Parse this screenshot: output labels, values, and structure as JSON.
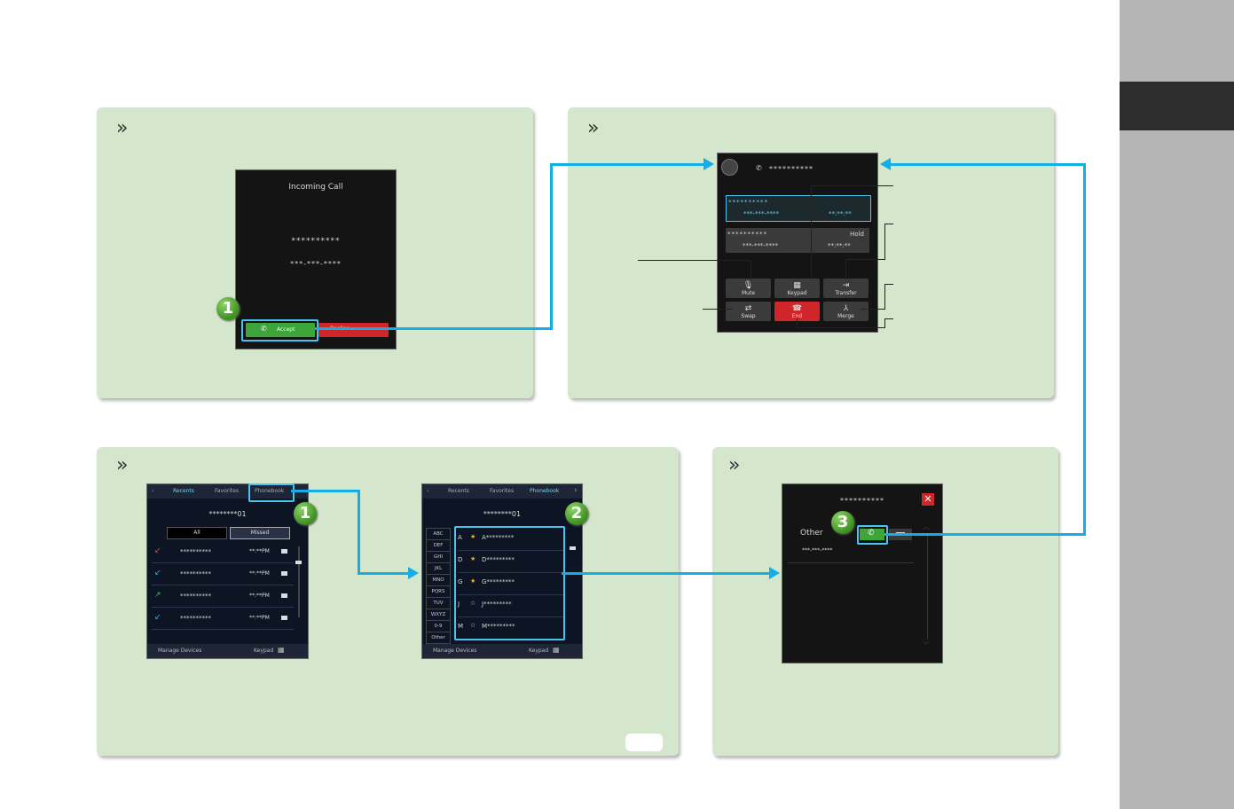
{
  "incoming": {
    "title": "Incoming Call",
    "caller": "**********",
    "number": "***-***-****",
    "accept": "Accept",
    "decline": "Decline",
    "step": "1"
  },
  "call": {
    "top_name": "**********",
    "line1_name": "**********",
    "line1_number": "***-***-****",
    "line1_time": "**:**:**",
    "line2_name": "**********",
    "line2_status": "Hold",
    "line2_number": "***-***-****",
    "line2_time": "**:**:**",
    "buttons": {
      "mute": "Mute",
      "keypad": "Keypad",
      "transfer": "Transfer",
      "swap": "Swap",
      "end": "End",
      "merge": "Merge"
    }
  },
  "recents": {
    "tabs": [
      "Recents",
      "Favorites",
      "Phonebook"
    ],
    "device": "********01",
    "filter_all": "All",
    "filter_missed": "Missed",
    "rows": [
      {
        "name": "**********",
        "time": "**:**PM"
      },
      {
        "name": "**********",
        "time": "**:**PM"
      },
      {
        "name": "**********",
        "time": "**:**PM"
      },
      {
        "name": "**********",
        "time": "**:**PM"
      }
    ],
    "manage": "Manage Devices",
    "keypad": "Keypad",
    "step": "1"
  },
  "phonebook": {
    "tabs": [
      "Recents",
      "Favorites",
      "Phonebook"
    ],
    "device": "********01",
    "index": [
      "ABC",
      "DEF",
      "GHI",
      "JKL",
      "MNO",
      "PQRS",
      "TUV",
      "WXYZ",
      "0-9",
      "Other"
    ],
    "entries": [
      {
        "letter": "A",
        "star": "★",
        "name": "A*********"
      },
      {
        "letter": "D",
        "star": "★",
        "name": "D*********"
      },
      {
        "letter": "G",
        "star": "★",
        "name": "G*********"
      },
      {
        "letter": "J",
        "star": "☆",
        "name": "J*********"
      },
      {
        "letter": "M",
        "star": "☆",
        "name": "M*********"
      }
    ],
    "manage": "Manage Devices",
    "keypad": "Keypad",
    "step": "2"
  },
  "contact": {
    "name": "**********",
    "label": "Other",
    "number": "***-***-****",
    "step": "3"
  },
  "colors": {
    "panel": "#d4e7cd",
    "accent": "#13aee8",
    "accept": "#3ea53b",
    "end": "#d0262a",
    "sidebar": "#b5b5b5",
    "sidebar_tab": "#2d2d2d"
  }
}
